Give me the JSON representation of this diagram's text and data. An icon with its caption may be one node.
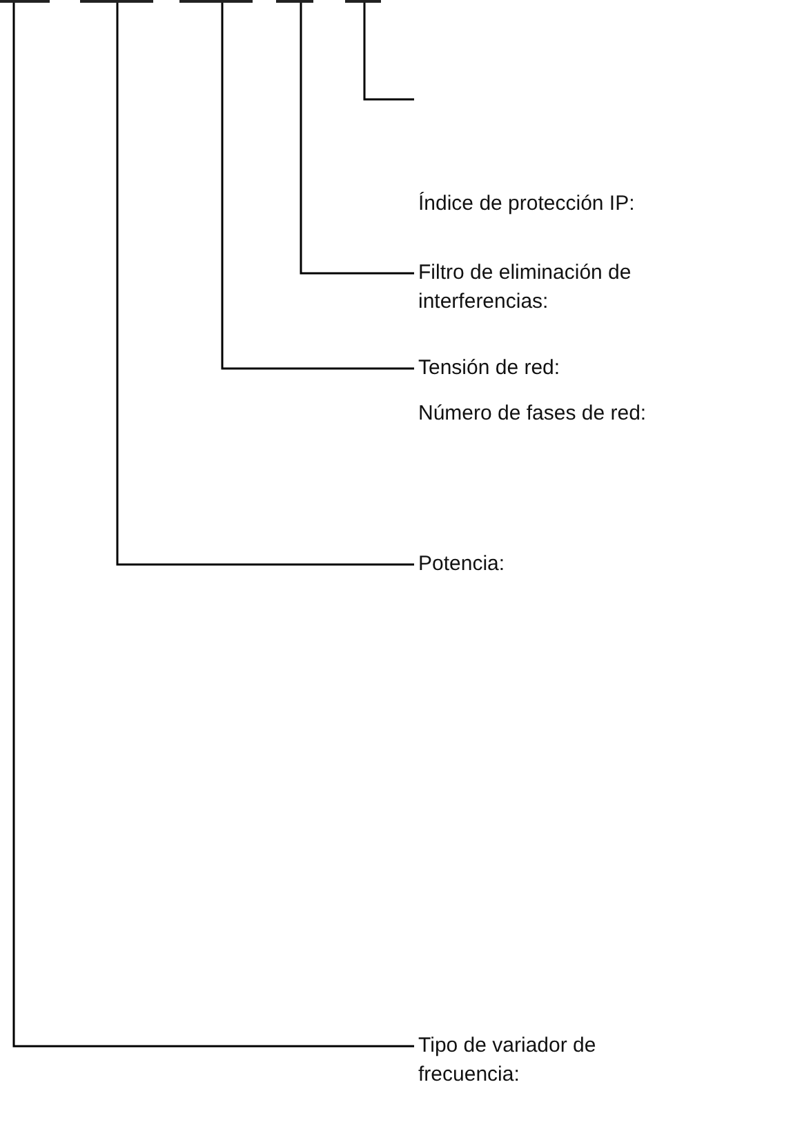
{
  "diagram": {
    "nodes": [
      {
        "text": [],
        "shape": "bar"
      },
      {
        "text": [],
        "shape": "bar"
      },
      {
        "text": [],
        "shape": "bar"
      },
      {
        "text": [],
        "shape": "bar"
      },
      {
        "text": [],
        "shape": "bar"
      },
      {
        "text": [
          "Filtro de eliminación de interferencias:"
        ]
      },
      {
        "text": [
          "Tensión de red:"
        ]
      },
      {
        "text": [
          "Potencia:"
        ]
      },
      {
        "text": [
          "Tipo de variador de frecuencia:"
        ]
      }
    ],
    "edges": [
      {
        "from": null,
        "to": 4,
        "arrow": "none"
      },
      {
        "from": 5,
        "to": 3,
        "arrow": "none"
      },
      {
        "from": 6,
        "to": 2,
        "arrow": "none"
      },
      {
        "from": 7,
        "to": 1,
        "arrow": "none"
      },
      {
        "from": 8,
        "to": 0,
        "arrow": "none"
      }
    ],
    "labels": [
      "Índice de protección IP:",
      "Número de fases de red:"
    ]
  }
}
